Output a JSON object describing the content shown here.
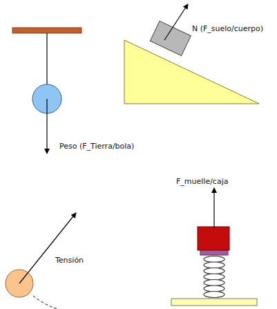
{
  "diagram": {
    "labels": [
      "N (F_suelo/cuerpo)",
      "Peso (F_Tierra/bola)",
      "F_muelle/caja",
      "Tensión"
    ]
  }
}
